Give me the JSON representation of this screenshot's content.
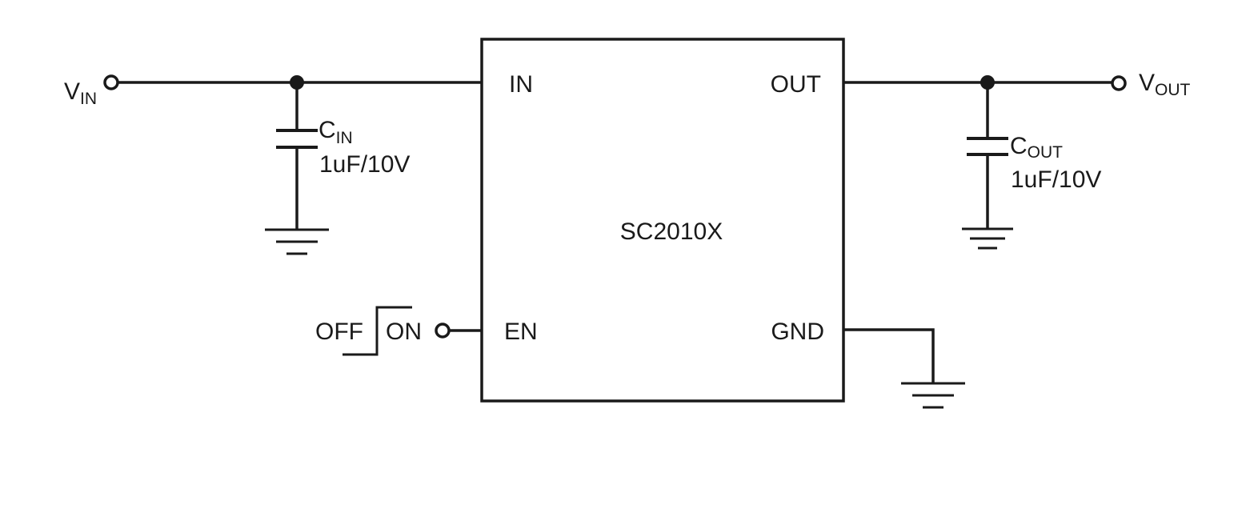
{
  "chip": {
    "part_number": "SC2010X",
    "pins": {
      "in": "IN",
      "out": "OUT",
      "en": "EN",
      "gnd": "GND"
    }
  },
  "terminals": {
    "vin": {
      "main": "V",
      "subscript": "IN"
    },
    "vout": {
      "main": "V",
      "subscript": "OUT"
    }
  },
  "cin": {
    "main": "C",
    "subscript": "IN",
    "value": "1uF/10V"
  },
  "cout": {
    "main": "C",
    "subscript": "OUT",
    "value": "1uF/10V"
  },
  "enable": {
    "off_label": "OFF",
    "on_label": "ON"
  },
  "colors": {
    "ink": "#1a1a1a",
    "background": "#ffffff"
  }
}
